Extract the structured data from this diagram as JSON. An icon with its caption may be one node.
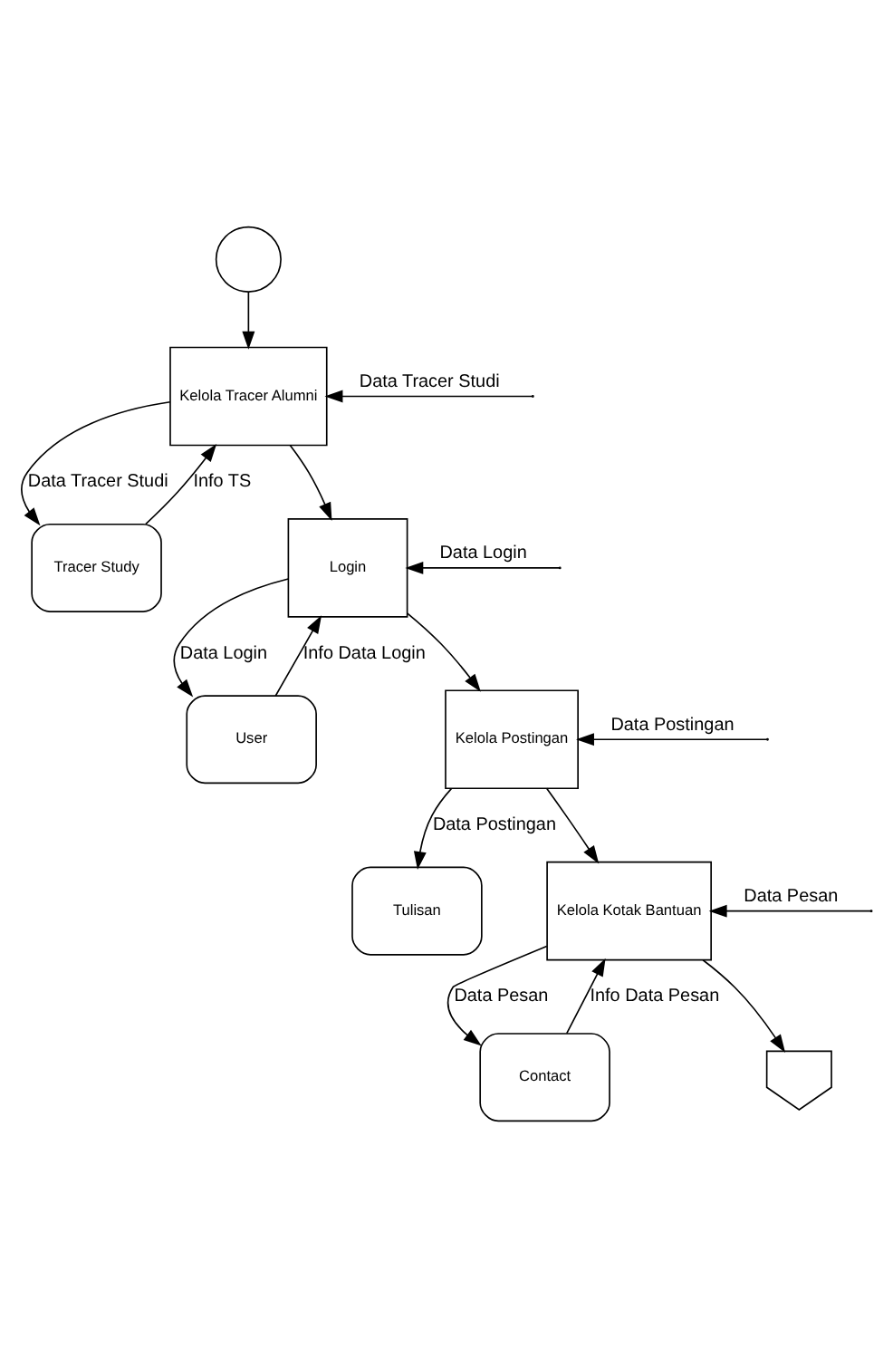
{
  "diagram": {
    "nodes": [
      {
        "text": [],
        "shape": "circle"
      },
      {
        "text": [
          "Kelola Tracer Alumni"
        ]
      },
      {
        "text": [
          "Tracer Study"
        ]
      },
      {
        "text": [
          "Login"
        ]
      },
      {
        "text": [
          "User"
        ]
      },
      {
        "text": [
          "Kelola Postingan"
        ]
      },
      {
        "text": [
          "Tulisan"
        ]
      },
      {
        "text": [
          "Kelola Kotak Bantuan"
        ]
      },
      {
        "text": [
          "Contact"
        ]
      },
      {
        "text": [],
        "shape": "pentagon"
      }
    ],
    "edges": [
      {
        "from": 0,
        "to": 1,
        "arrow": "to"
      },
      {
        "from": 1,
        "to": 2,
        "arrow": "to",
        "label": "Data Tracer Studi"
      },
      {
        "from": 2,
        "to": 1,
        "arrow": "to",
        "label": "Info TS"
      },
      {
        "from": null,
        "to": 1,
        "arrow": "to",
        "label": "Data Tracer Studi"
      },
      {
        "from": 1,
        "to": 3,
        "arrow": "to"
      },
      {
        "from": 3,
        "to": 4,
        "arrow": "to",
        "label": "Data Login"
      },
      {
        "from": 4,
        "to": 3,
        "arrow": "to",
        "label": "Info Data Login"
      },
      {
        "from": null,
        "to": 3,
        "arrow": "to",
        "label": "Data Login"
      },
      {
        "from": 3,
        "to": 5,
        "arrow": "to"
      },
      {
        "from": 5,
        "to": 6,
        "arrow": "to",
        "label": "Data Postingan"
      },
      {
        "from": null,
        "to": 5,
        "arrow": "to",
        "label": "Data Postingan"
      },
      {
        "from": 5,
        "to": 7,
        "arrow": "to"
      },
      {
        "from": 7,
        "to": 8,
        "arrow": "to",
        "label": "Data Pesan"
      },
      {
        "from": 8,
        "to": 7,
        "arrow": "to",
        "label": "Info Data Pesan"
      },
      {
        "from": null,
        "to": 7,
        "arrow": "to",
        "label": "Data Pesan"
      },
      {
        "from": 7,
        "to": 9,
        "arrow": "to"
      }
    ]
  }
}
